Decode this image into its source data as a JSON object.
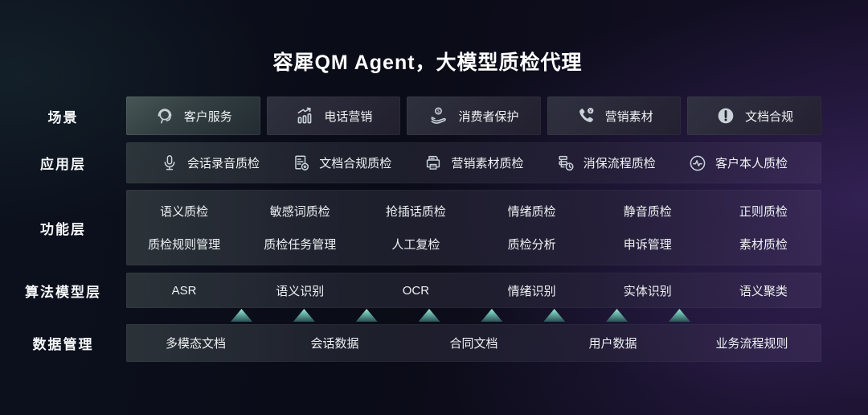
{
  "title": "容犀QM Agent，大模型质检代理",
  "colors": {
    "accent_teal": "#8bd9c6",
    "background_dark": "#0a0c17",
    "background_purple": "#2c2142",
    "card_highlight": "#475654",
    "card_dark": "#2c2b3a",
    "text": "#f2f4f6"
  },
  "rows": {
    "scene": {
      "label": "场景",
      "items": [
        {
          "label": "客户服务",
          "icon": "headset-person-icon"
        },
        {
          "label": "电话营销",
          "icon": "chart-growth-icon"
        },
        {
          "label": "消费者保护",
          "icon": "hand-coin-icon"
        },
        {
          "label": "营销素材",
          "icon": "phone-yuan-icon"
        },
        {
          "label": "文档合规",
          "icon": "exclamation-circle-icon"
        }
      ]
    },
    "application": {
      "label": "应用层",
      "items": [
        {
          "label": "会话录音质检",
          "icon": "microphone-icon"
        },
        {
          "label": "文档合规质检",
          "icon": "document-badge-icon"
        },
        {
          "label": "营销素材质检",
          "icon": "printer-icon"
        },
        {
          "label": "消保流程质检",
          "icon": "flow-clock-icon"
        },
        {
          "label": "客户本人质检",
          "icon": "pulse-circle-icon"
        }
      ]
    },
    "function": {
      "label": "功能层",
      "row1": [
        "语义质检",
        "敏感词质检",
        "抢插话质检",
        "情绪质检",
        "静音质检",
        "正则质检"
      ],
      "row2": [
        "质检规则管理",
        "质检任务管理",
        "人工复检",
        "质检分析",
        "申诉管理",
        "素材质检"
      ]
    },
    "algorithm": {
      "label": "算法模型层",
      "items": [
        "ASR",
        "语义识别",
        "OCR",
        "情绪识别",
        "实体识别",
        "语义聚类"
      ]
    },
    "data": {
      "label": "数据管理",
      "items": [
        "多模态文档",
        "会话数据",
        "合同文档",
        "用户数据",
        "业务流程规则"
      ]
    }
  },
  "connector": {
    "triangle_count": 8,
    "triangle_color": "#8bd9c6",
    "direction": "up"
  }
}
